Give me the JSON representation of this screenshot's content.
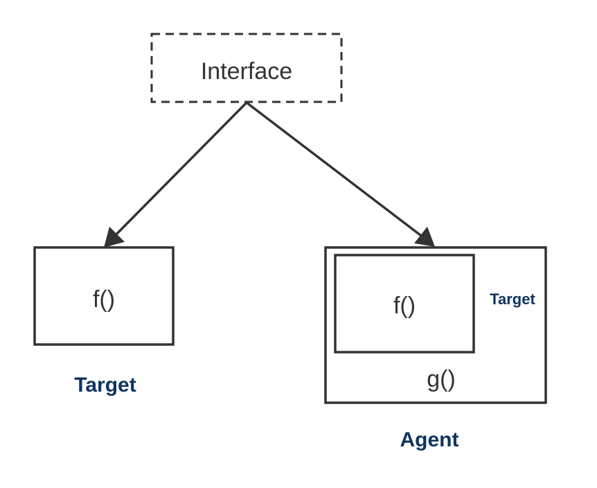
{
  "colors": {
    "stroke": "#333333",
    "caption": "#0f3460",
    "background": "#ffffff"
  },
  "interface": {
    "label": "Interface"
  },
  "target_box": {
    "method": "f()",
    "caption": "Target"
  },
  "agent_box": {
    "inner_method": "f()",
    "inner_label": "Target",
    "method": "g()",
    "caption": "Agent"
  }
}
